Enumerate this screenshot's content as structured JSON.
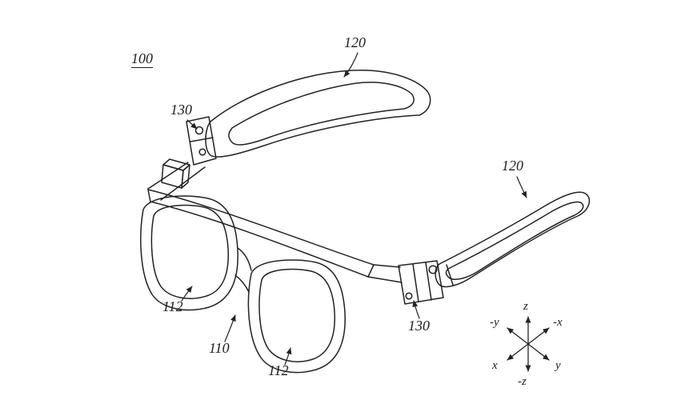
{
  "figure": {
    "background_color": "#ffffff",
    "line_color": "#222222",
    "refs": {
      "r100": "100",
      "r120_top": "120",
      "r120_right": "120",
      "r130_left": "130",
      "r130_right": "130",
      "r112_left": "112",
      "r112_bottom": "112",
      "r110": "110"
    },
    "axis": {
      "z": "z",
      "neg_z": "-z",
      "x": "x",
      "neg_x": "-x",
      "y": "y",
      "neg_y": "-y"
    }
  }
}
